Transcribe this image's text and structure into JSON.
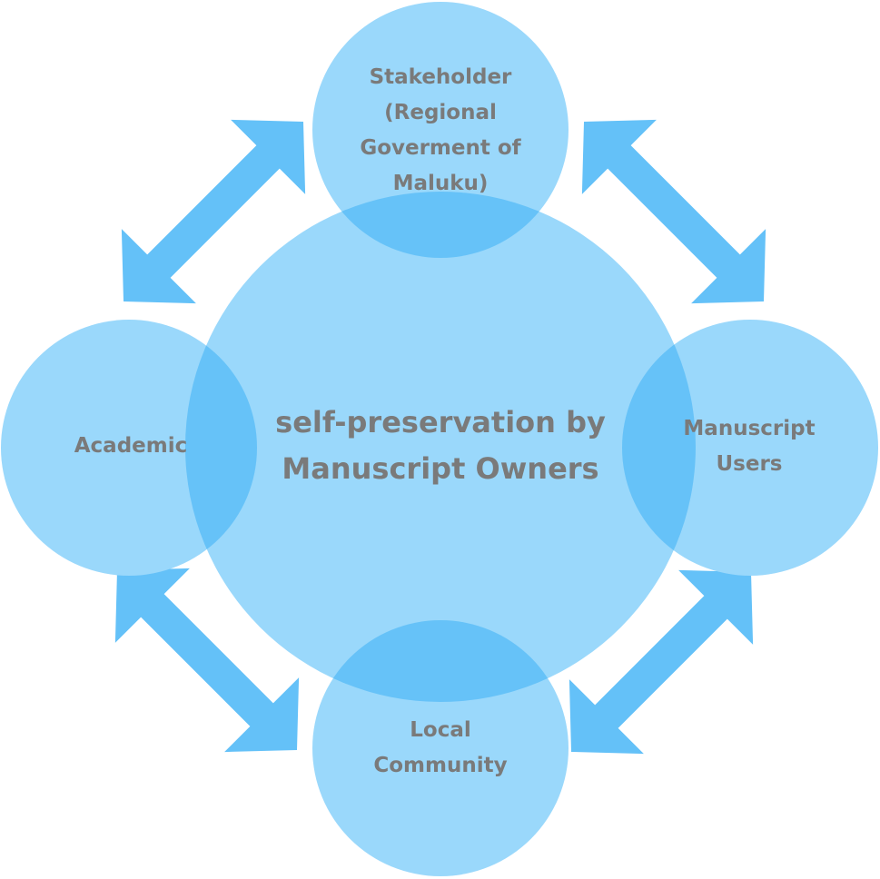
{
  "center": {
    "lines": [
      "self-preservation by",
      "Manuscript Owners"
    ]
  },
  "nodes": {
    "top": {
      "lines": [
        "Stakeholder",
        "(Regional",
        "Goverment of",
        "Maluku)"
      ]
    },
    "left": {
      "lines": [
        "Academic"
      ]
    },
    "right": {
      "lines": [
        "Manuscript",
        "Users"
      ]
    },
    "bottom": {
      "lines": [
        "Local",
        "Community"
      ]
    }
  },
  "colors": {
    "circle_fill": "#9ad8fb",
    "overlap_fill": "#66c2f8",
    "arrow_fill": "#64c1f8",
    "text": "#7a7a7a"
  }
}
